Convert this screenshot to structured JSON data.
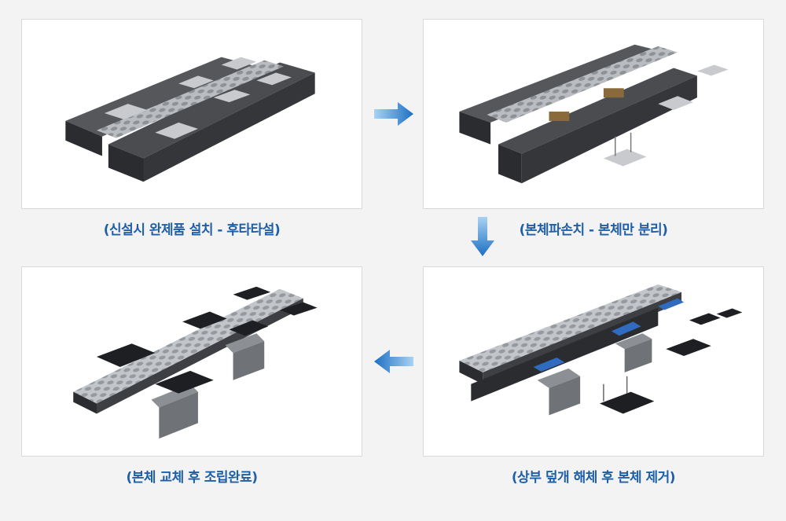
{
  "steps": [
    {
      "caption": "(신설시 완제품 설치 - 후타타설)"
    },
    {
      "caption": "(본체파손치 - 본체만 분리)"
    },
    {
      "caption": "(상부 덮개 해체 후 본체 제거)"
    },
    {
      "caption": "(본체 교체 후 조립완료)"
    }
  ],
  "colors": {
    "caption": "#1f5fa8",
    "arrow_light": "#a9d2f2",
    "arrow_dark": "#1c6fc4",
    "body_dark": "#3d3f43",
    "body_side": "#2b2c2f",
    "grate": "#b9bcc1",
    "plate_gray": "#c8cacd",
    "plate_black": "#1e1f22",
    "cover_gray": "#8c8f93",
    "blue_part": "#2f6cc0"
  }
}
